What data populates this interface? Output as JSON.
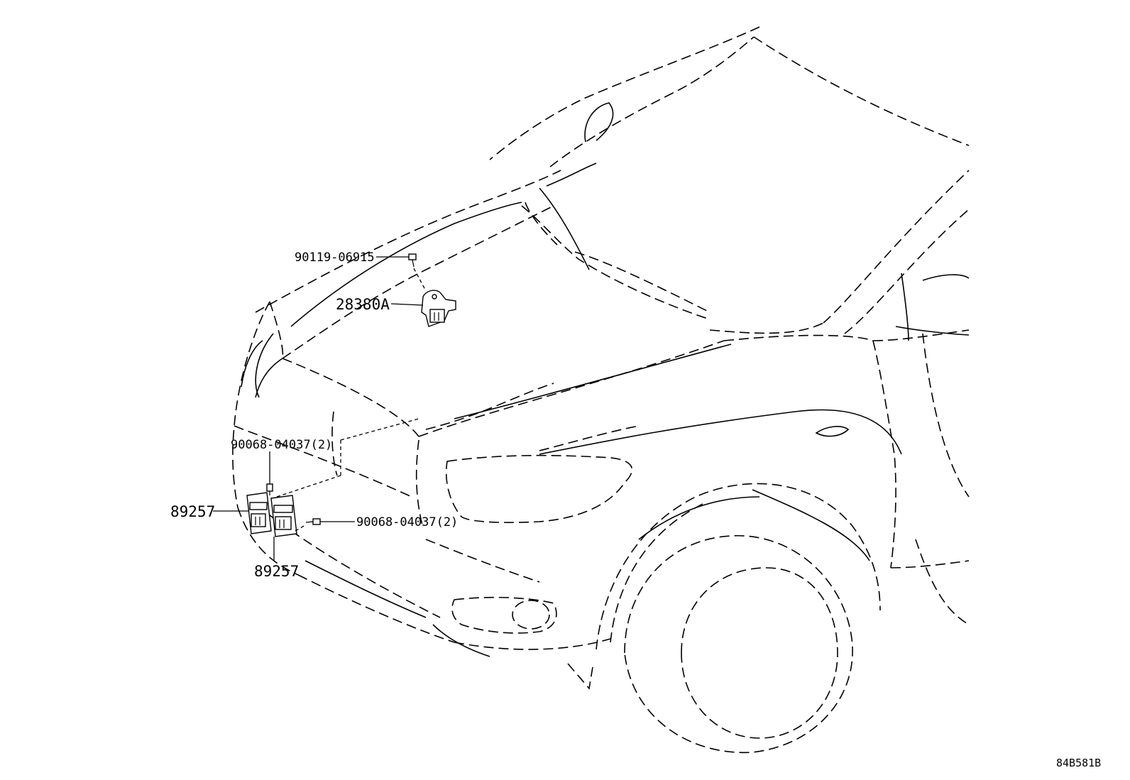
{
  "diagram": {
    "callouts": {
      "bolt_90119": "90119-06915",
      "sensor_28380A": "28380A",
      "screw_upper": "90068-04037(2)",
      "screw_lower": "90068-04037(2)",
      "sensor_left": "89257",
      "sensor_right": "89257"
    },
    "reference_code": "84B581B",
    "line_color": "#000000",
    "background_color": "#ffffff"
  }
}
